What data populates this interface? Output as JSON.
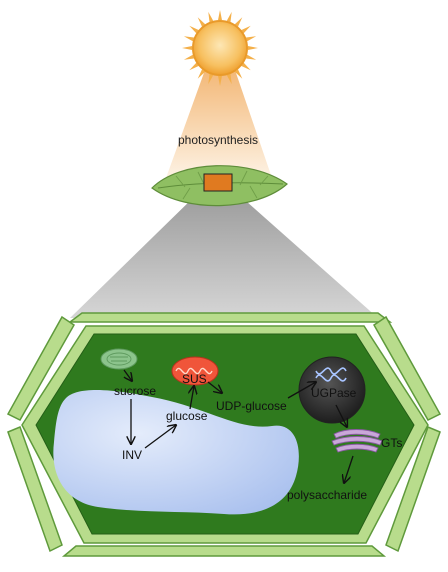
{
  "labels": {
    "photosynthesis": "photosynthesis",
    "sucrose": "sucrose",
    "sus": "SUS",
    "inv": "INV",
    "glucose": "glucose",
    "udp_glucose": "UDP-glucose",
    "ugpase": "UGPase",
    "gts": "GTs",
    "polysaccharide": "polysaccharide"
  },
  "colors": {
    "sun_outer": "#f4b04a",
    "sun_inner": "#fbd98a",
    "beam_top": "#f6c98a",
    "leaf": "#8fbf62",
    "leaf_patch": "#e07a20",
    "zoom_funnel": "#bdbdbd",
    "cell_wall": "#b8dc8c",
    "cytoplasm": "#2f7a1e",
    "vacuole": "#b9cdf2",
    "chloroplast": "#8cc48c",
    "mitochondrion": "#f0553a",
    "nucleus": "#333333",
    "golgi": "#c9a8d8"
  }
}
